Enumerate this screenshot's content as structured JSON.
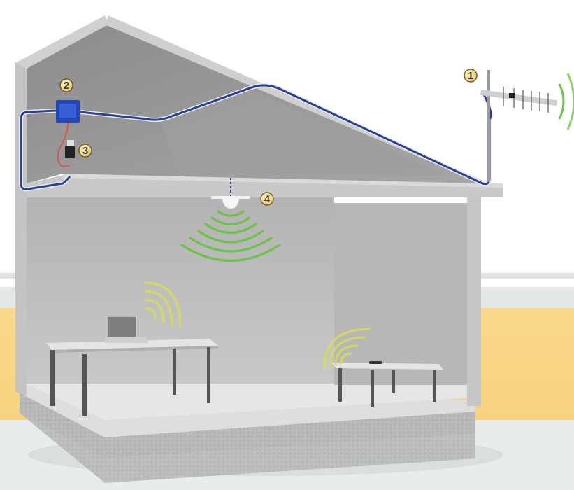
{
  "diagram": {
    "type": "signal-booster-installation",
    "callouts": [
      {
        "id": "1",
        "label": "1",
        "component": "outdoor-yagi-antenna"
      },
      {
        "id": "2",
        "label": "2",
        "component": "signal-amplifier"
      },
      {
        "id": "3",
        "label": "3",
        "component": "power-supply"
      },
      {
        "id": "4",
        "label": "4",
        "component": "indoor-dome-antenna"
      }
    ],
    "colors": {
      "cable": "#2e3f8f",
      "power_cable": "#d9534f",
      "amplifier": "#2346b8",
      "signal_green": "#6cc24a",
      "signal_yellow": "#d8dc5a",
      "callout_fill": "#f5d98a",
      "wall": "#a9a9a9",
      "floor": "#d9d9d9",
      "background_band": "#fbd98c"
    }
  }
}
